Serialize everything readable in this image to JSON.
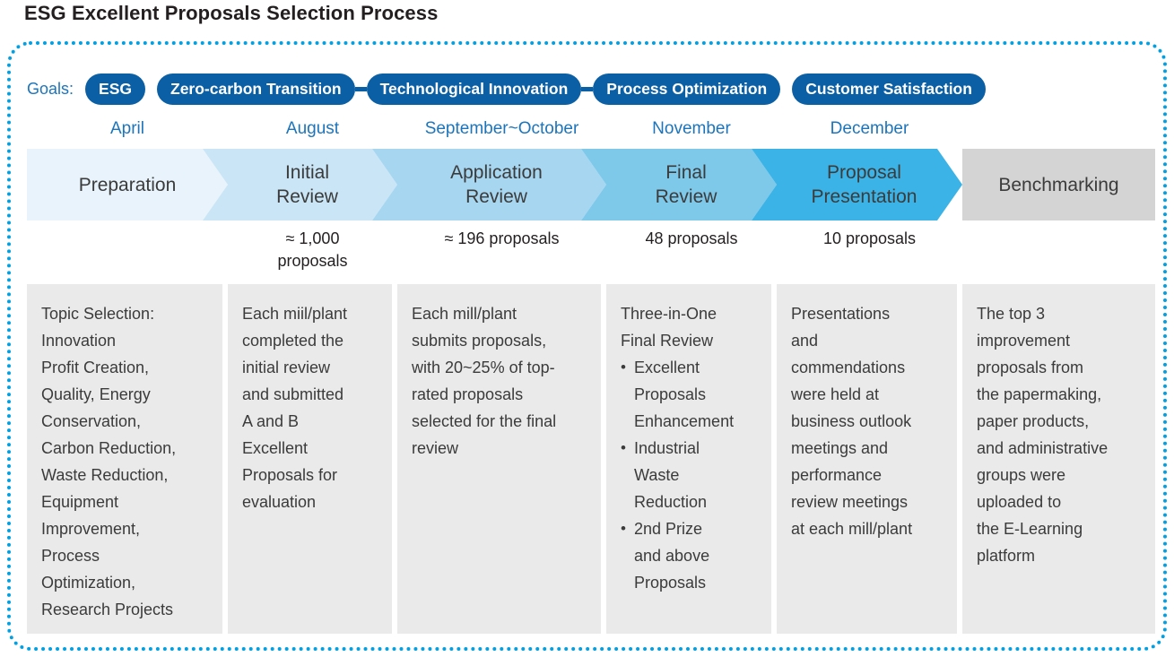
{
  "title": "ESG Excellent Proposals Selection Process",
  "colors": {
    "frame_dots": "#00a0e3",
    "pill_blue": "#0b5fa5",
    "month_blue": "#1c75bc",
    "panel_gray": "#eaeaea",
    "stage_1": "#e8f3fb",
    "stage_2": "#cae5f6",
    "stage_3": "#a7d6f0",
    "stage_4": "#7ec8ea",
    "stage_5": "#3cb3e6",
    "stage_6": "#d4d4d4"
  },
  "goals": {
    "label": "Goals:",
    "items": [
      {
        "text": "ESG",
        "connector_after": false
      },
      {
        "text": "Zero-carbon Transition",
        "connector_after": true
      },
      {
        "text": "Technological Innovation",
        "connector_after": true
      },
      {
        "text": "Process Optimization",
        "connector_after": false
      },
      {
        "text": "Customer Satisfaction",
        "connector_after": false
      }
    ]
  },
  "stages": [
    {
      "month": "April",
      "name": "Preparation",
      "count": "",
      "fill": "#e8f3fb",
      "chevron": true,
      "description": "Topic Selection:\nInnovation\nProfit Creation,\nQuality, Energy\nConservation,\nCarbon Reduction,\nWaste Reduction,\nEquipment\nImprovement,\nProcess\nOptimization,\nResearch Projects",
      "bullets": []
    },
    {
      "month": "August",
      "name": "Initial\nReview",
      "count": "≈ 1,000\nproposals",
      "fill": "#cae5f6",
      "chevron": true,
      "description": "Each miil/plant\ncompleted the\ninitial review\nand submitted\nA and B\nExcellent\nProposals for\nevaluation",
      "bullets": []
    },
    {
      "month": "September~October",
      "name": "Application\nReview",
      "count": "≈ 196 proposals",
      "fill": "#a7d6f0",
      "chevron": true,
      "description": "Each mill/plant\nsubmits proposals,\nwith 20~25% of top-\nrated proposals\nselected for the final\nreview",
      "bullets": []
    },
    {
      "month": "November",
      "name": "Final\nReview",
      "count": "48 proposals",
      "fill": "#7ec8ea",
      "chevron": true,
      "description": "Three-in-One\nFinal Review",
      "bullets": [
        "Excellent\nProposals\nEnhancement",
        "Industrial\nWaste\nReduction",
        "2nd Prize\nand above\nProposals"
      ]
    },
    {
      "month": "December",
      "name": "Proposal\nPresentation",
      "count": "10 proposals",
      "fill": "#3cb3e6",
      "chevron": true,
      "description": "Presentations\nand\ncommendations\nwere held at\nbusiness outlook\nmeetings and\nperformance\nreview meetings\nat each mill/plant",
      "bullets": []
    },
    {
      "month": "",
      "name": "Benchmarking",
      "count": "",
      "fill": "#d4d4d4",
      "chevron": false,
      "description": "The top 3\nimprovement\nproposals from\nthe papermaking,\npaper products,\nand administrative\ngroups were\nuploaded to\nthe E-Learning\nplatform",
      "bullets": []
    }
  ]
}
